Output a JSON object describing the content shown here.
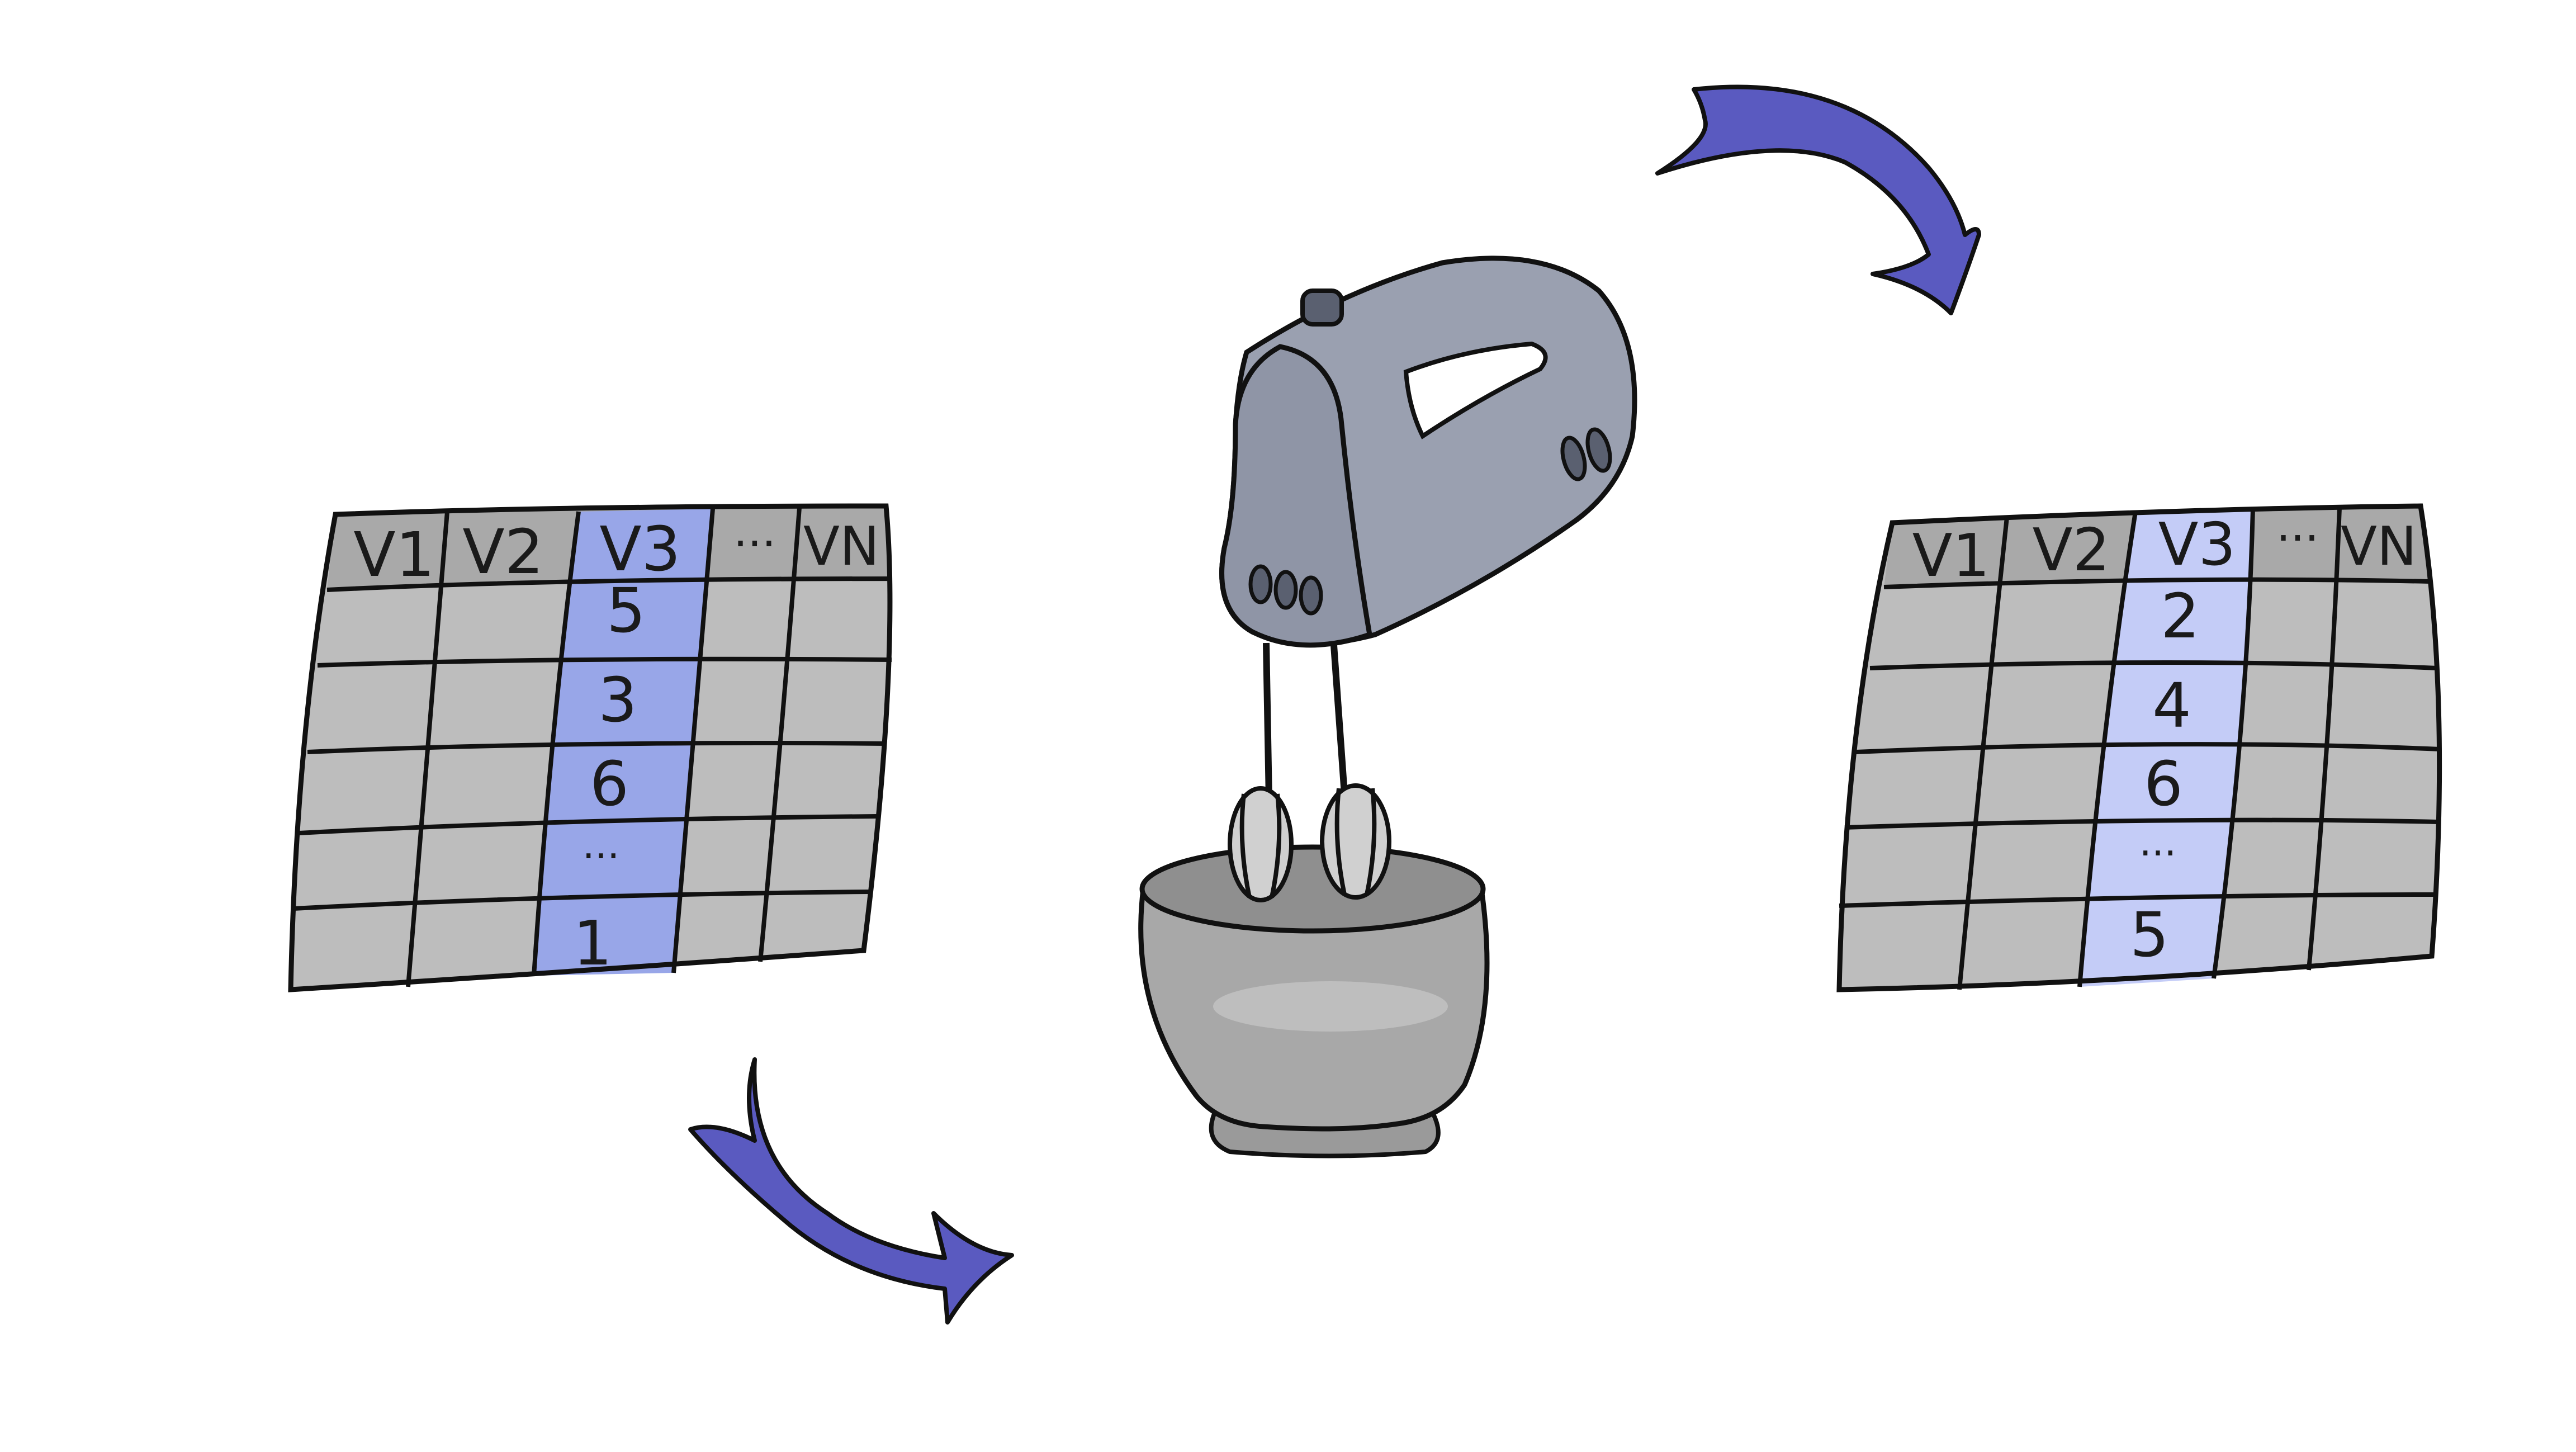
{
  "left_table": {
    "headers": [
      "V1",
      "V2",
      "V3",
      "···",
      "VN"
    ],
    "highlight_column_values": [
      "5",
      "3",
      "6",
      "···",
      "1"
    ]
  },
  "right_table": {
    "headers": [
      "V1",
      "V2",
      "V3",
      "···",
      "VN"
    ],
    "highlight_column_values": [
      "2",
      "4",
      "6",
      "···",
      "5"
    ]
  },
  "icons": {
    "center": "hand-mixer-icon",
    "bowl": "mixing-bowl-icon",
    "arrow_in": "curved-arrow-icon",
    "arrow_out": "curved-arrow-icon"
  },
  "colors": {
    "cell": "#bdbdbd",
    "header": "#a9a9a9",
    "left_highlight": "#98a6e8",
    "right_highlight": "#c4ccf7",
    "arrow": "#5a5ac0",
    "mixer_body": "#9aa0b0",
    "mixer_dark": "#5a6070",
    "bowl": "#a0a0a0",
    "outline": "#111111"
  }
}
